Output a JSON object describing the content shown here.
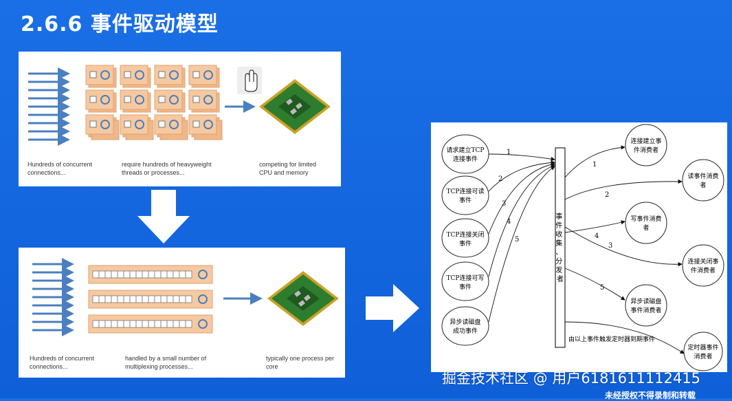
{
  "slide": {
    "title": "2.6.6 事件驱动模型",
    "watermark": "掘金技术社区 @ 用户6181611112415",
    "notice": "未经授权不得录制和转载"
  },
  "top_panel": {
    "caption_connections": "Hundreds of concurrent connections...",
    "caption_threads": "require hundreds of heavyweight threads or processes...",
    "caption_cpu": "competing for limited CPU and memory"
  },
  "bottom_panel": {
    "caption_connections": "Hundreds of concurrent connections...",
    "caption_multiplexing": "handled by a small number of multiplexing processes...",
    "caption_cpu": "typically one process per core"
  },
  "event_diagram": {
    "sources": [
      {
        "line1": "请求建立TCP",
        "line2": "连接事件",
        "number": "1"
      },
      {
        "line1": "TCP连接可读",
        "line2": "事件",
        "number": "2"
      },
      {
        "line1": "TCP连接关闭",
        "line2": "事件",
        "number": "3"
      },
      {
        "line1": "TCP连接可写",
        "line2": "事件",
        "number": "4"
      },
      {
        "line1": "异步读磁盘",
        "line2": "成功事件",
        "number": "5"
      }
    ],
    "dispatcher_label": "事件收集、分发者",
    "consumers": [
      {
        "line1": "连接建立事",
        "line2": "件消费者",
        "number": "1"
      },
      {
        "line1": "读事件消费",
        "line2": "者",
        "number": "2"
      },
      {
        "line1": "写事件消费",
        "line2": "者",
        "number": "4"
      },
      {
        "line1": "连接关闭事",
        "line2": "件消费者",
        "number": "3"
      },
      {
        "line1": "异步读磁盘",
        "line2": "事件消费者",
        "number": "5"
      },
      {
        "line1": "定时器事件",
        "line2": "消费者",
        "number": ""
      }
    ],
    "timer_note": "由以上事件触发定时器到期事件"
  },
  "colors": {
    "background": "#1565e0",
    "arrow_blue": "#4a7fc0",
    "thread_fill": "#f6c9a0",
    "chip_green": "#2e7d2e"
  }
}
